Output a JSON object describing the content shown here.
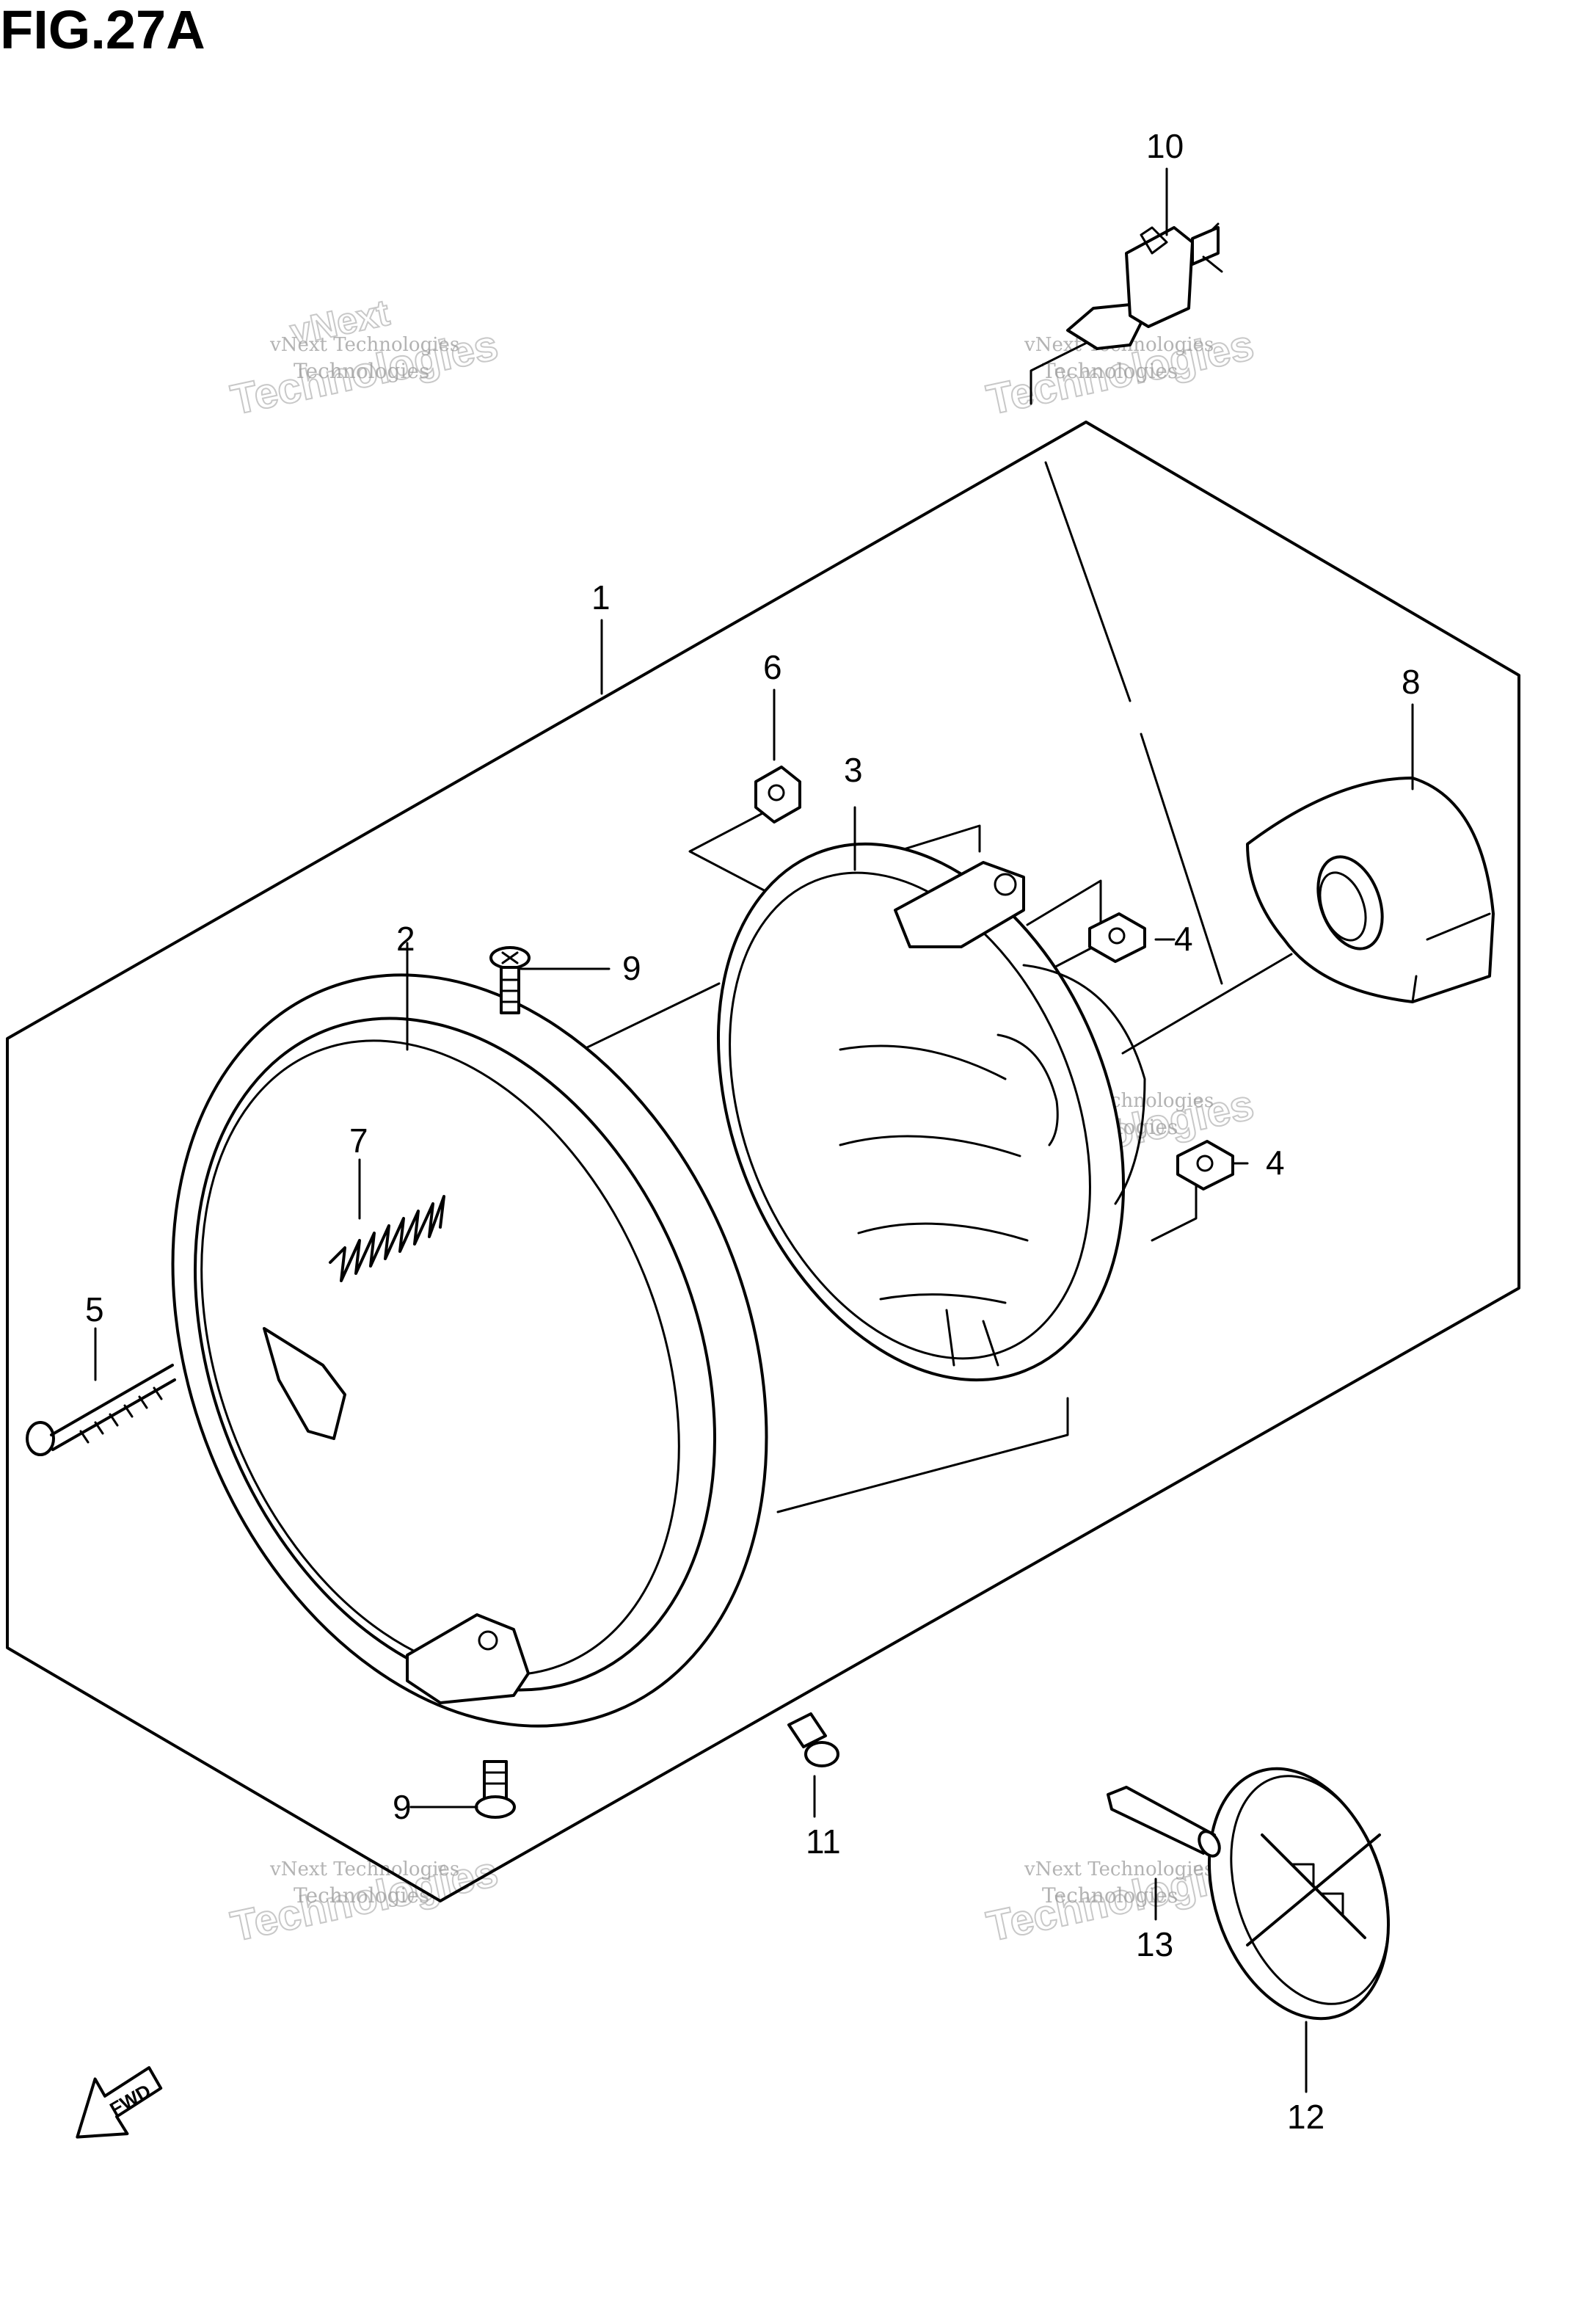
{
  "figure": {
    "title": "FIG.27A"
  },
  "callouts": {
    "c1": "1",
    "c2": "2",
    "c3": "3",
    "c4a": "4",
    "c4b": "4",
    "c5": "5",
    "c6": "6",
    "c7": "7",
    "c8": "8",
    "c9a": "9",
    "c9b": "9",
    "c10": "10",
    "c11": "11",
    "c12": "12",
    "c13": "13"
  },
  "direction_arrow": {
    "label": "FWD"
  },
  "watermark": {
    "line1": "vNext Technologies",
    "line2": "vNext",
    "line3": "Technologies"
  }
}
